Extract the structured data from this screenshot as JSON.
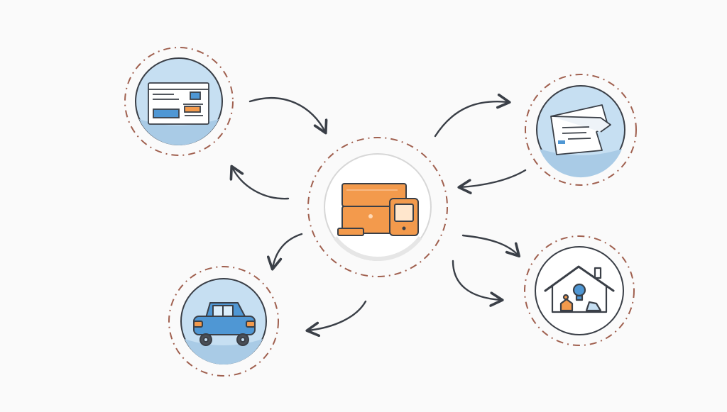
{
  "diagram": {
    "central_node": {
      "icon": "devices-icon"
    },
    "nodes": [
      {
        "id": "browser-window",
        "icon": "browser-window-icon"
      },
      {
        "id": "email-message",
        "icon": "email-icon"
      },
      {
        "id": "car",
        "icon": "car-icon"
      },
      {
        "id": "smart-home",
        "icon": "smart-home-icon"
      }
    ],
    "colors": {
      "background": "#fafafa",
      "dashed_ring": "#a0604f",
      "circle_blue": "#c6dff2",
      "circle_blue_shadow": "#a9cbe6",
      "accent_orange": "#f39a4c",
      "accent_blue": "#4f97d4",
      "stroke": "#3a3f47"
    }
  }
}
